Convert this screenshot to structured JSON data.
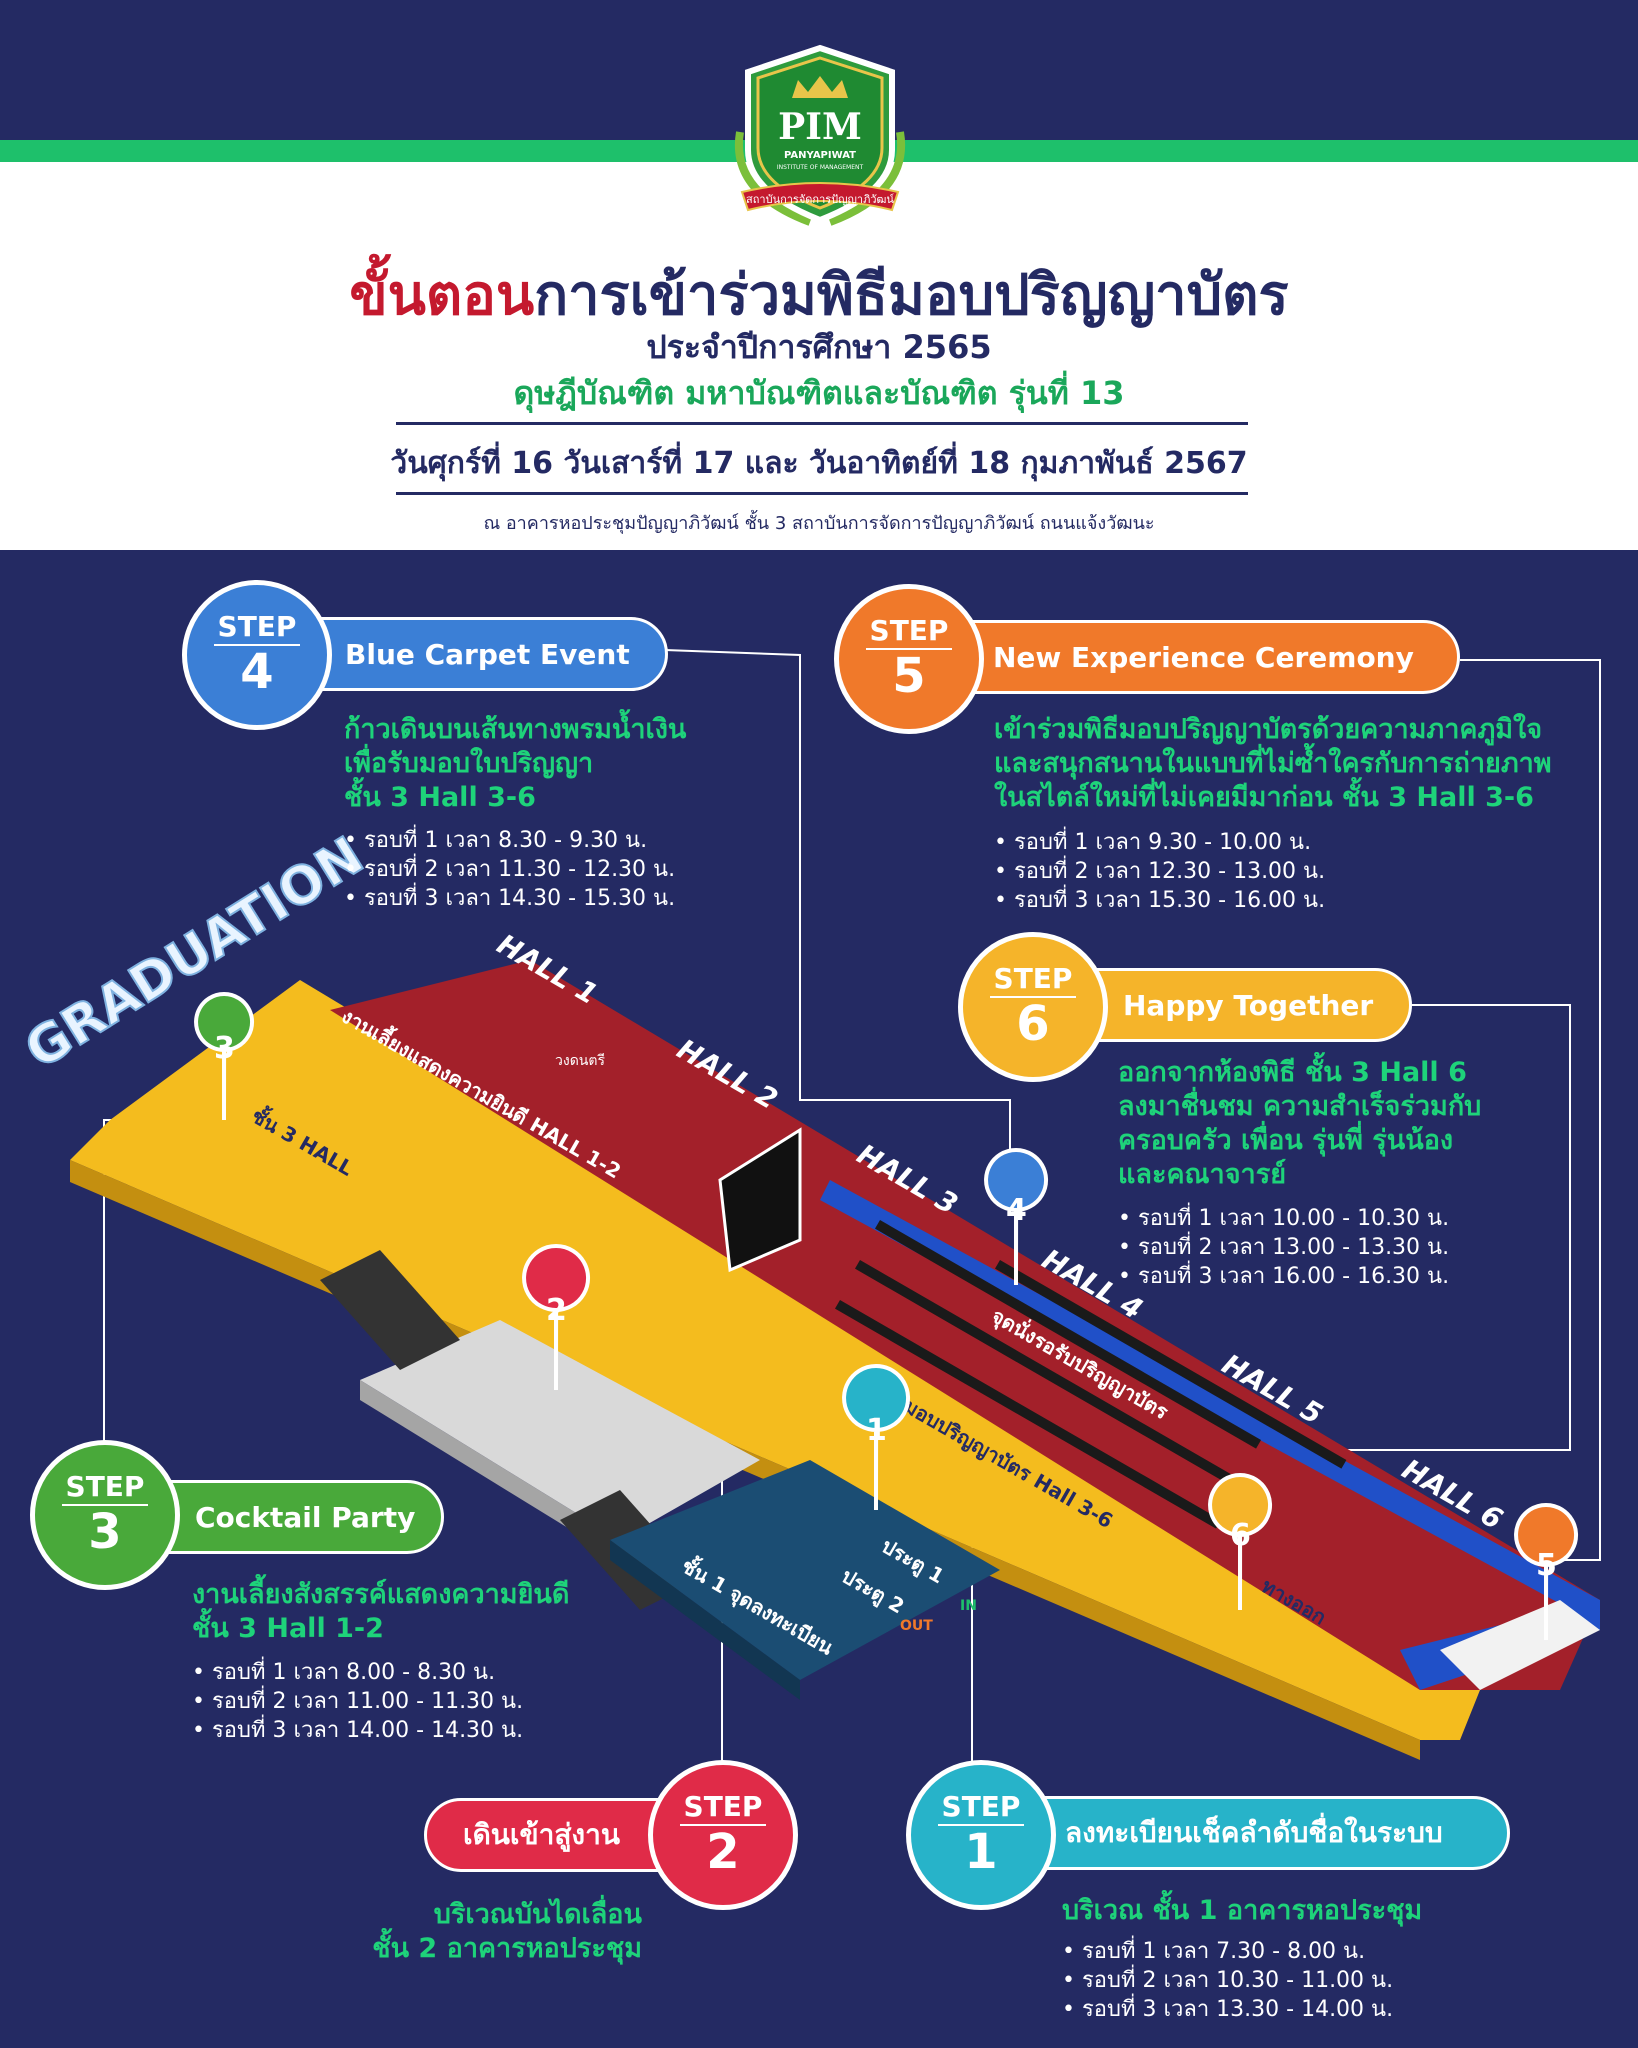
{
  "header": {
    "logo_text": "PIM",
    "logo_sub": "PANYAPIWAT",
    "logo_sub2": "INSTITUTE OF MANAGEMENT",
    "logo_ribbon": "สถาบันการจัดการปัญญาภิวัฒน์",
    "title_red": "ขั้นตอน",
    "title_blue": "การเข้าร่วมพิธีมอบปริญญาบัตร",
    "subtitle1": "ประจำปีการศึกษา 2565",
    "subtitle2": "ดุษฎีบัณฑิต มหาบัณฑิตและบัณฑิต รุ่นที่ 13",
    "date": "วันศุกร์ที่ 16 วันเสาร์ที่ 17 และ วันอาทิตย์ที่ 18 กุมภาพันธ์ 2567",
    "venue": "ณ อาคารหอประชุมปัญญาภิวัฒน์ ชั้น 3 สถาบันการจัดการปัญญาภิวัฒน์ ถนนแจ้งวัฒนะ"
  },
  "steps": {
    "step_word": "STEP",
    "s1": {
      "num": "1",
      "title": "ลงทะเบียนเช็คลำดับชื่อในระบบ",
      "desc": [
        "บริเวณ ชั้น 1 อาคารหอประชุม"
      ],
      "sched": [
        "รอบที่ 1 เวลา 7.30 - 8.00 น.",
        "รอบที่ 2 เวลา 10.30 - 11.00 น.",
        "รอบที่ 3 เวลา 13.30 - 14.00 น."
      ],
      "color": "#27b3c9"
    },
    "s2": {
      "num": "2",
      "title": "เดินเข้าสู่งาน",
      "desc": [
        "บริเวณบันไดเลื่อน",
        "ชั้น 2 อาคารหอประชุม"
      ],
      "color": "#e02b48"
    },
    "s3": {
      "num": "3",
      "title": "Cocktail Party",
      "desc": [
        "งานเลี้ยงสังสรรค์แสดงความยินดี",
        "ชั้น 3 Hall 1-2"
      ],
      "sched": [
        "รอบที่ 1 เวลา 8.00 - 8.30 น.",
        "รอบที่ 2 เวลา 11.00 - 11.30 น.",
        "รอบที่ 3 เวลา 14.00 - 14.30 น."
      ],
      "color": "#49a93a"
    },
    "s4": {
      "num": "4",
      "title": "Blue Carpet Event",
      "desc": [
        "ก้าวเดินบนเส้นทางพรมน้ำเงิน",
        "เพื่อรับมอบใบปริญญา",
        "ชั้น 3 Hall 3-6"
      ],
      "sched": [
        "รอบที่ 1 เวลา 8.30 - 9.30 น.",
        "รอบที่ 2 เวลา 11.30 - 12.30 น.",
        "รอบที่ 3 เวลา 14.30 - 15.30 น."
      ],
      "color": "#3b7fd6"
    },
    "s5": {
      "num": "5",
      "title": "New Experience Ceremony",
      "desc": [
        "เข้าร่วมพิธีมอบปริญญาบัตรด้วยความภาคภูมิใจ",
        "และสนุกสนานในแบบที่ไม่ซ้ำใครกับการถ่ายภาพ",
        "ในสไตล์ใหม่ที่ไม่เคยมีมาก่อน ชั้น 3 Hall 3-6"
      ],
      "sched": [
        "รอบที่ 1 เวลา 9.30 - 10.00 น.",
        "รอบที่ 2 เวลา 12.30 - 13.00 น.",
        "รอบที่ 3 เวลา 15.30 - 16.00 น."
      ],
      "color": "#f0792a"
    },
    "s6": {
      "num": "6",
      "title": "Happy Together",
      "desc": [
        "ออกจากห้องพิธี ชั้น 3 Hall 6",
        "ลงมาชื่นชม ความสำเร็จร่วมกับ",
        "ครอบครัว เพื่อน รุ่นพี่ รุ่นน้อง",
        "และคณาจารย์"
      ],
      "sched": [
        "รอบที่ 1 เวลา 10.00 - 10.30 น.",
        "รอบที่ 2 เวลา 13.00 - 13.30 น.",
        "รอบที่ 3 เวลา 16.00 - 16.30 น."
      ],
      "color": "#f5b42a"
    }
  },
  "map": {
    "graduation": "GRADUATION",
    "halls": [
      "HALL 1",
      "HALL 2",
      "HALL 3",
      "HALL 4",
      "HALL 5",
      "HALL 6"
    ],
    "floor3_label": "ชั้น 3 HALL",
    "party_label": "งานเลี้ยงแสดงความยินดี HALL 1-2",
    "ceremony_label": "ห้องพิธีมอบปริญญาบัตร Hall 3-6",
    "receive_label": "จุดนั่งรอรับปริญญาบัตร",
    "exit_label": "ทางออก",
    "floor1_label": "ชั้น 1 จุดลงทะเบียน",
    "gate1": "ประตู 1",
    "gate2": "ประตู 2",
    "out": "OUT",
    "in": "IN",
    "band_label": "วงดนตรี"
  },
  "colors": {
    "navy": "#242a63",
    "green": "#1ec06b",
    "red": "#c4192e",
    "yellow": "#f4bc1e",
    "maroon": "#a3202a"
  }
}
